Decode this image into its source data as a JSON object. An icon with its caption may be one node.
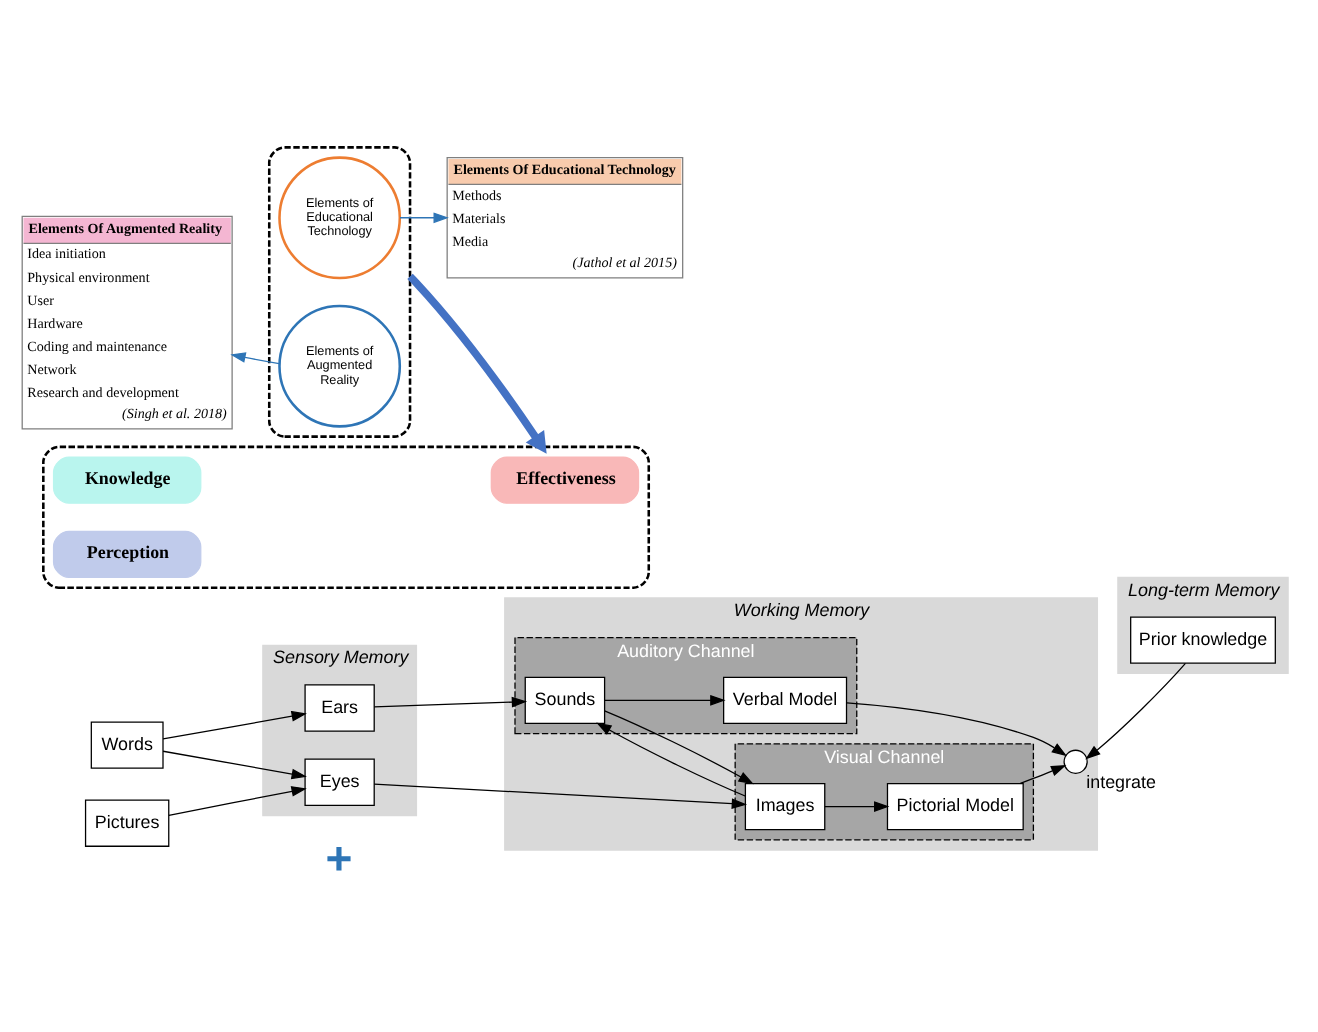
{
  "diagram": {
    "nodes": [
      {
        "text": [
          "Words"
        ]
      },
      {
        "text": [
          "Pictures"
        ]
      },
      {
        "text": [
          "Sensory Memory"
        ]
      },
      {
        "text": [
          "Ears"
        ],
        "in": 2
      },
      {
        "text": [
          "Eyes"
        ],
        "in": 2
      },
      {
        "text": [
          "Working Memory"
        ]
      },
      {
        "text": [
          "Auditory Channel"
        ],
        "in": 5
      },
      {
        "text": [
          "Sounds"
        ],
        "in": 6
      },
      {
        "text": [
          "Verbal Model"
        ],
        "in": 6
      },
      {
        "text": [
          "Visual Channel"
        ],
        "in": 5
      },
      {
        "text": [
          "Images"
        ],
        "in": 9
      },
      {
        "text": [
          "Pictorial Model"
        ],
        "in": 9
      },
      {
        "text": [],
        "shape": "circle",
        "in": 5,
        "beside": [
          "integrate"
        ]
      },
      {
        "text": [
          "Long-term Memory"
        ]
      },
      {
        "text": [
          "Prior knowledge"
        ],
        "in": 13
      },
      {
        "text": [
          "Elements Of Augmented Reality",
          "Idea initiation",
          "Physical environment",
          "User",
          "Hardware",
          "Coding and maintenance",
          "Network",
          "Research and development",
          "(Singh et al. 2018)"
        ]
      },
      {
        "text": [],
        "shape": "box"
      },
      {
        "text": [
          "Elements of Augmented Reality"
        ],
        "in": 16
      },
      {
        "text": [
          "Elements of Educational Technology"
        ],
        "in": 16
      },
      {
        "text": [
          "Elements Of Educational Technology",
          "Methods",
          "Materials",
          "Media",
          "(Jathol et al 2015)"
        ]
      },
      {
        "text": [],
        "shape": "box"
      },
      {
        "text": [
          "Knowledge"
        ],
        "in": 20
      },
      {
        "text": [
          "Effectiveness"
        ],
        "in": 20
      },
      {
        "text": [
          "Perception"
        ],
        "in": 20
      }
    ],
    "edges": [
      {
        "from": 0,
        "to": 3,
        "arrow": "to"
      },
      {
        "from": 0,
        "to": 4,
        "arrow": "to"
      },
      {
        "from": 1,
        "to": 4,
        "arrow": "to"
      },
      {
        "from": 3,
        "to": 7,
        "arrow": "to"
      },
      {
        "from": 4,
        "to": 10,
        "arrow": "to"
      },
      {
        "from": 7,
        "to": 8,
        "arrow": "to"
      },
      {
        "from": 7,
        "to": 10,
        "arrow": "to"
      },
      {
        "from": 10,
        "to": 7,
        "arrow": "to"
      },
      {
        "from": 10,
        "to": 11,
        "arrow": "to"
      },
      {
        "from": 8,
        "to": 12,
        "arrow": "to"
      },
      {
        "from": 11,
        "to": 12,
        "arrow": "to"
      },
      {
        "from": 14,
        "to": 12,
        "arrow": "to"
      },
      {
        "from": 17,
        "to": 15,
        "arrow": "to",
        "color": "#2e75b6"
      },
      {
        "from": 18,
        "to": 19,
        "arrow": "to",
        "color": "#2e75b6"
      },
      {
        "from": 16,
        "to": 20,
        "arrow": "to",
        "style": "thick",
        "color": "#4472c4"
      }
    ],
    "labels": [
      "+"
    ]
  }
}
